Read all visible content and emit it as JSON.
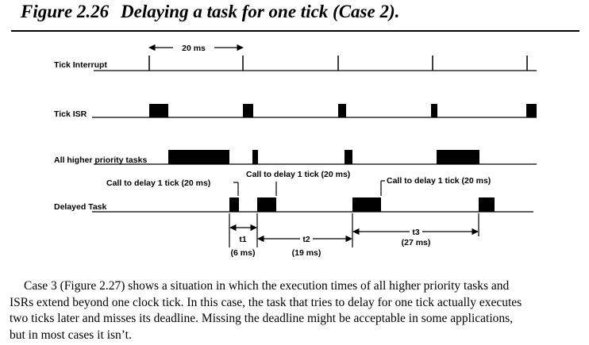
{
  "figure": {
    "number": "Figure 2.26",
    "caption": "Delaying a task for one tick (Case 2)."
  },
  "diagram": {
    "period_label": "20 ms",
    "rows": {
      "tick_interrupt": "Tick Interrupt",
      "tick_isr": "Tick ISR",
      "higher_tasks": "All higher priority tasks",
      "delayed_task": "Delayed Task"
    },
    "calls": {
      "first": "Call to delay 1 tick (20 ms)",
      "second": "Call to delay 1 tick (20 ms)",
      "third": "Call to delay 1 tick (20 ms)"
    },
    "intervals": {
      "t1_name": "t1",
      "t1_value": "(6 ms)",
      "t2_name": "t2",
      "t2_value": "(19 ms)",
      "t3_name": "t3",
      "t3_value": "(27 ms)"
    }
  },
  "body": {
    "lines": [
      "Case 3 (Figure 2.27) shows a situation in which the execution times of all higher priority tasks and",
      "ISRs extend beyond one clock tick. In this case, the task that tries to delay for one tick actually executes",
      "two ticks later and misses its deadline. Missing the deadline might be acceptable in some applications,",
      "but in most cases it isn’t."
    ]
  }
}
